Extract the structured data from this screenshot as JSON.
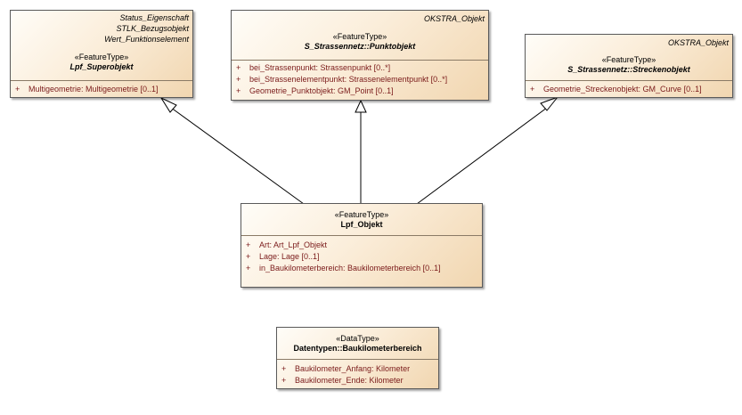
{
  "classes": {
    "superobjekt": {
      "tagged_values": [
        "Status_Eigenschaft",
        "STLK_Bezugsobjekt",
        "Wert_Funktionselement"
      ],
      "stereotype": "«FeatureType»",
      "name": "Lpf_Superobjekt",
      "attributes": [
        {
          "vis": "+",
          "text": "Multigeometrie: Multigeometrie [0..1]"
        }
      ]
    },
    "punktobjekt": {
      "tagged_values": [
        "OKSTRA_Objekt"
      ],
      "stereotype": "«FeatureType»",
      "name": "S_Strassennetz::Punktobjekt",
      "attributes": [
        {
          "vis": "+",
          "text": "bei_Strassenpunkt: Strassenpunkt [0..*]"
        },
        {
          "vis": "+",
          "text": "bei_Strassenelementpunkt: Strassenelementpunkt [0..*]"
        },
        {
          "vis": "+",
          "text": "Geometrie_Punktobjekt: GM_Point [0..1]"
        }
      ]
    },
    "streckenobjekt": {
      "tagged_values": [
        "OKSTRA_Objekt"
      ],
      "stereotype": "«FeatureType»",
      "name": "S_Strassennetz::Streckenobjekt",
      "attributes": [
        {
          "vis": "+",
          "text": "Geometrie_Streckenobjekt: GM_Curve [0..1]"
        }
      ]
    },
    "lpf_objekt": {
      "stereotype": "«FeatureType»",
      "name": "Lpf_Objekt",
      "attributes": [
        {
          "vis": "+",
          "text": "Art: Art_Lpf_Objekt"
        },
        {
          "vis": "+",
          "text": "Lage: Lage [0..1]"
        },
        {
          "vis": "+",
          "text": "in_Baukilometerbereich: Baukilometerbereich [0..1]"
        }
      ]
    },
    "baukilometerbereich": {
      "stereotype": "«DataType»",
      "name": "Datentypen::Baukilometerbereich",
      "attributes": [
        {
          "vis": "+",
          "text": "Baukilometer_Anfang: Kilometer"
        },
        {
          "vis": "+",
          "text": "Baukilometer_Ende: Kilometer"
        }
      ]
    }
  },
  "generalizations": [
    {
      "from": "lpf_objekt",
      "to": "superobjekt"
    },
    {
      "from": "lpf_objekt",
      "to": "punktobjekt"
    },
    {
      "from": "lpf_objekt",
      "to": "streckenobjekt"
    }
  ],
  "colors": {
    "attribute_text": "#7a1a1a",
    "border": "#5a5a5a",
    "fill_light": "#fffdf8",
    "fill_dark": "#f1d6b0"
  }
}
